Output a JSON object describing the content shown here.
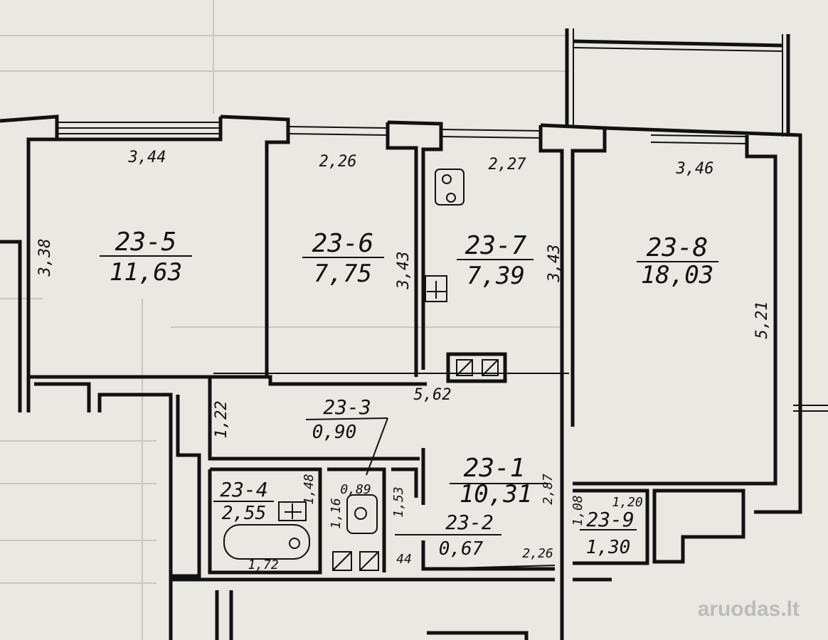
{
  "rooms": {
    "r5": {
      "id": "23-5",
      "area": "11,63"
    },
    "r6": {
      "id": "23-6",
      "area": "7,75"
    },
    "r7": {
      "id": "23-7",
      "area": "7,39"
    },
    "r8": {
      "id": "23-8",
      "area": "18,03"
    },
    "r3": {
      "id": "23-3",
      "area": "0,90"
    },
    "r1": {
      "id": "23-1",
      "area": "10,31"
    },
    "r4": {
      "id": "23-4",
      "area": "2,55"
    },
    "r2": {
      "id": "23-2",
      "area": "0,67"
    },
    "r9": {
      "id": "23-9",
      "area": "1,30"
    }
  },
  "dims": {
    "d344": "3,44",
    "d226a": "2,26",
    "d227": "2,27",
    "d346": "3,46",
    "d338": "3,38",
    "d343a": "3,43",
    "d343b": "3,43",
    "d521": "5,21",
    "d562": "5,62",
    "d122": "1,22",
    "d148": "1,48",
    "d089": "0,89",
    "d116": "1,16",
    "d153": "1,53",
    "d287": "2,87",
    "d120": "1,20",
    "d108": "1,08",
    "d172": "1,72",
    "d44": "44",
    "d226b": "2,26"
  },
  "watermark": "aruodas.lt"
}
